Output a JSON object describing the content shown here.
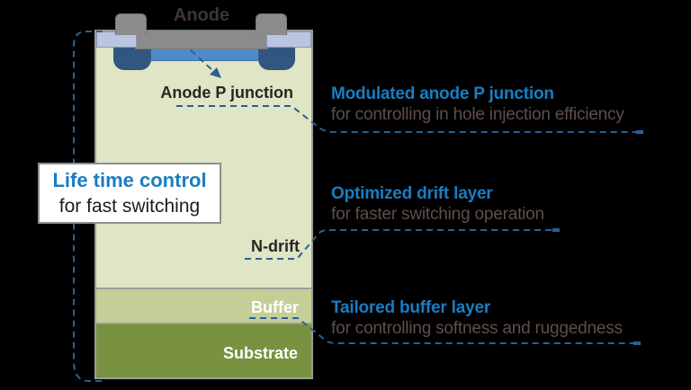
{
  "diagram": {
    "anode_label": "Anode",
    "device_labels": {
      "anode_p_junction": "Anode P junction",
      "n_drift": "N-drift",
      "buffer": "Buffer",
      "substrate": "Substrate"
    },
    "callout_box": {
      "title": "Life time control",
      "subtitle": "for fast switching"
    },
    "annotations": [
      {
        "heading": "Modulated anode P junction",
        "description": "for controlling in hole injection efficiency"
      },
      {
        "heading": "Optimized drift layer",
        "description": "for faster switching operation"
      },
      {
        "heading": "Tailored buffer layer",
        "description": "for controlling softness and ruggedness"
      }
    ],
    "colors": {
      "background": "#000000",
      "drift_body": "#dfe5c5",
      "buffer_layer": "#c3cf97",
      "substrate_layer": "#78923f",
      "metal_gray": "#8b8b8b",
      "contact_lavender": "#b9c5e1",
      "anode_p_blue": "#4e8cc9",
      "p_well_dark_blue": "#315680",
      "accent_blue": "#1a7dc2",
      "connector_blue": "#2b6093",
      "muted_text": "#5d4f49",
      "device_border": "#9c9c9c"
    }
  }
}
